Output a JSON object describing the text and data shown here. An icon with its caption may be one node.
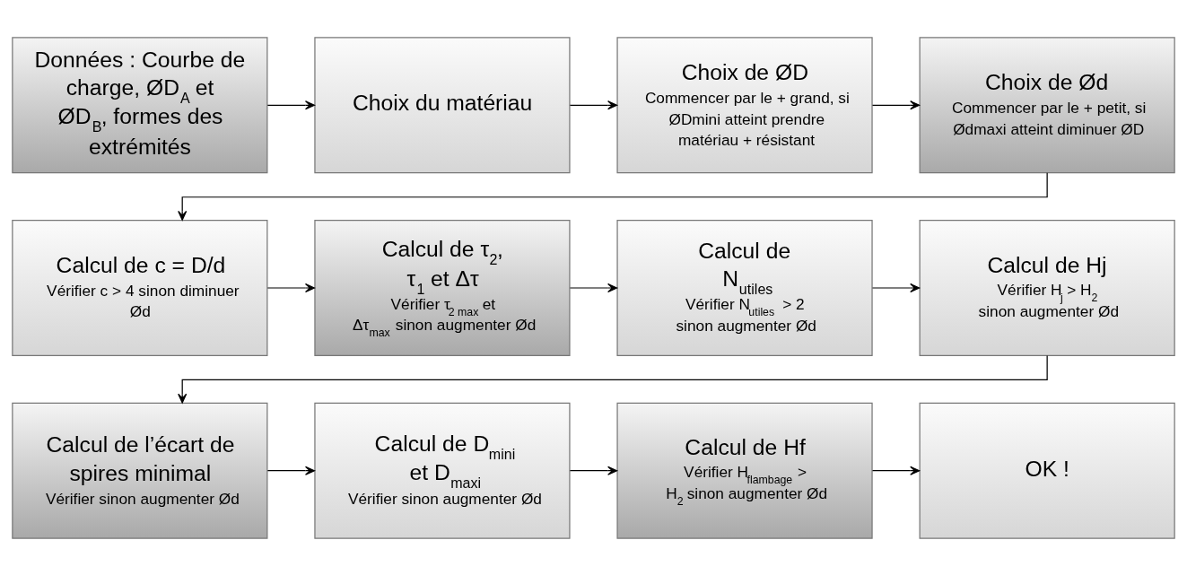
{
  "diagram": {
    "nodes": [
      {
        "text": [
          "Données : Courbe de charge, ØD$_{A}$ et ØD$_{B}$, formes des extrémités"
        ]
      },
      {
        "text": [
          "Choix du matériau"
        ]
      },
      {
        "text": [
          "Choix de ØD",
          "Commencer par le + grand, si ØDmini atteint prendre matériau + résistant"
        ]
      },
      {
        "text": [
          "Choix de Ød",
          "Commencer par le + petit, si Ødmaxi atteint diminuer ØD"
        ]
      },
      {
        "text": [
          "Calcul de c = D/d",
          "Vérifier c > 4 sinon diminuer Ød"
        ]
      },
      {
        "text": [
          "Calcul de τ$_{2}$, τ$_{1}$ et Δτ",
          "Vérifier τ$_{2 max}$ et Δτ$_{max}$ sinon augmenter Ød"
        ]
      },
      {
        "text": [
          "Calcul de N$_{utiles}$",
          "Vérifier N$_{utiles}$ > 2 sinon augmenter Ød"
        ]
      },
      {
        "text": [
          "Calcul de Hj",
          "Vérifier H$_{j}$ > H$_{2}$ sinon augmenter Ød"
        ]
      },
      {
        "text": [
          "Calcul de l’écart de spires minimal",
          "Vérifier sinon augmenter Ød"
        ]
      },
      {
        "text": [
          "Calcul de D$_{mini}$ et D$_{maxi}$",
          "Vérifier sinon augmenter Ød"
        ]
      },
      {
        "text": [
          "Calcul de Hf",
          "Vérifier H$_{flambage}$ > H$_{2}$ sinon augmenter Ød"
        ]
      },
      {
        "text": [
          "OK !"
        ]
      }
    ],
    "edges": [
      {
        "from": 0,
        "to": 1,
        "arrow": "to"
      },
      {
        "from": 1,
        "to": 2,
        "arrow": "to"
      },
      {
        "from": 2,
        "to": 3,
        "arrow": "to"
      },
      {
        "from": 3,
        "to": 4,
        "arrow": "to"
      },
      {
        "from": 4,
        "to": 5,
        "arrow": "to"
      },
      {
        "from": 5,
        "to": 6,
        "arrow": "to"
      },
      {
        "from": 6,
        "to": 7,
        "arrow": "to"
      },
      {
        "from": 7,
        "to": 8,
        "arrow": "to"
      },
      {
        "from": 8,
        "to": 9,
        "arrow": "to"
      },
      {
        "from": 9,
        "to": 10,
        "arrow": "to"
      },
      {
        "from": 10,
        "to": 11,
        "arrow": "to"
      }
    ]
  }
}
